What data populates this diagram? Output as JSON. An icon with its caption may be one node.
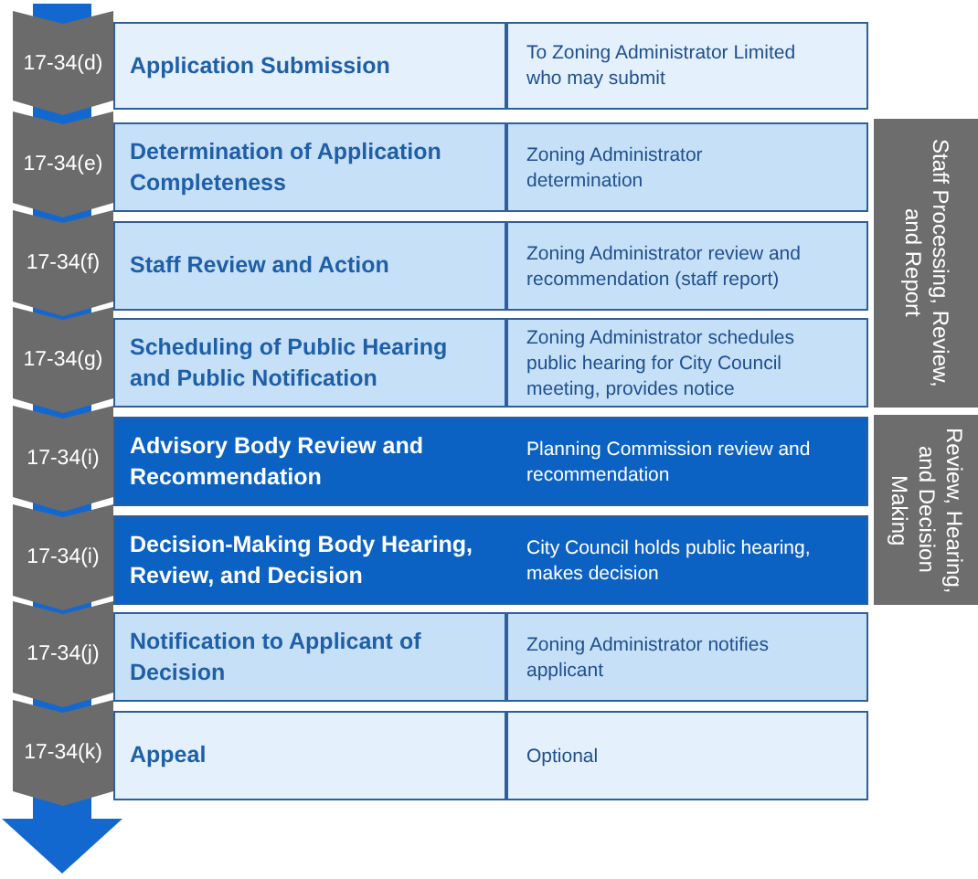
{
  "diagram": {
    "nodes": [
      {
        "text": [
          "17-34(d)"
        ]
      },
      {
        "text": [
          "Application Submission",
          "To Zoning Administrator Limited who may submit"
        ]
      },
      {
        "text": [
          "17-34(e)"
        ]
      },
      {
        "text": [
          "Determination of Application Completeness",
          "Zoning Administrator determination"
        ]
      },
      {
        "text": [
          "17-34(f)"
        ]
      },
      {
        "text": [
          "Staff Review and Action",
          "Zoning Administrator review and recommendation (staff report)"
        ]
      },
      {
        "text": [
          "17-34(g)"
        ]
      },
      {
        "text": [
          "Scheduling of Public Hearing and Public Notification",
          "Zoning Administrator schedules public hearing for City Council meeting, provides notice"
        ]
      },
      {
        "text": [
          "17-34(i)"
        ]
      },
      {
        "text": [
          "Advisory Body Review and Recommendation",
          "Planning Commission review and recommendation"
        ]
      },
      {
        "text": [
          "17-34(i)"
        ]
      },
      {
        "text": [
          "Decision-Making Body Hearing, Review, and Decision",
          "City Council holds public hearing, makes decision"
        ]
      },
      {
        "text": [
          "17-34(j)"
        ]
      },
      {
        "text": [
          "Notification to Applicant of Decision",
          "Zoning Administrator notifies applicant"
        ]
      },
      {
        "text": [
          "17-34(k)"
        ]
      },
      {
        "text": [
          "Appeal",
          "Optional"
        ]
      },
      {
        "text": [
          "Staff Processing, Review, and Report"
        ]
      },
      {
        "text": [
          "Review, Hearing, and Decision Making"
        ]
      }
    ],
    "edges": [
      {
        "from": null,
        "to": 0,
        "arrow": "none"
      },
      {
        "from": 0,
        "to": 2,
        "arrow": "none"
      },
      {
        "from": 2,
        "to": 4,
        "arrow": "none"
      },
      {
        "from": 4,
        "to": 6,
        "arrow": "none"
      },
      {
        "from": 6,
        "to": 8,
        "arrow": "none"
      },
      {
        "from": 8,
        "to": 10,
        "arrow": "none"
      },
      {
        "from": 10,
        "to": 12,
        "arrow": "none"
      },
      {
        "from": 12,
        "to": 14,
        "arrow": "none"
      },
      {
        "from": 14,
        "to": null,
        "arrow": "to"
      }
    ]
  }
}
